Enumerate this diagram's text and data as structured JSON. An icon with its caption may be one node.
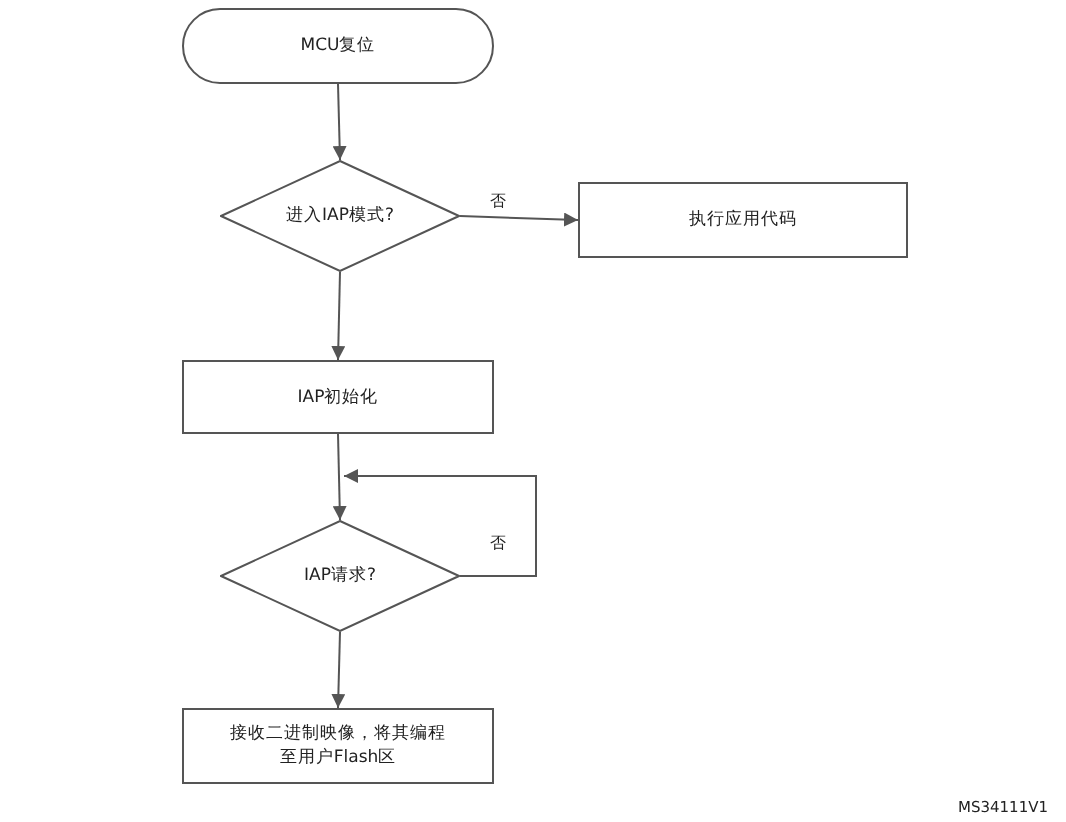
{
  "diagram": {
    "nodes": [
      {
        "text": [
          "MCU复位"
        ]
      },
      {
        "text": [
          "进入IAP模式?"
        ]
      },
      {
        "text": [
          "执行应用代码"
        ]
      },
      {
        "text": [
          "IAP初始化"
        ]
      },
      {
        "text": [
          "IAP请求?"
        ]
      },
      {
        "text": [
          "接收二进制映像，将其编程至用户Flash区"
        ]
      }
    ],
    "edges": [
      {
        "from": 0,
        "to": 1,
        "arrow": "to"
      },
      {
        "from": 1,
        "to": 2,
        "arrow": "to",
        "label": "否"
      },
      {
        "from": 1,
        "to": 3,
        "arrow": "to"
      },
      {
        "from": 3,
        "to": 4,
        "arrow": "to"
      },
      {
        "from": 4,
        "to": 4,
        "arrow": "to",
        "label": "否"
      },
      {
        "from": 4,
        "to": 5,
        "arrow": "to"
      }
    ],
    "labels": [
      "MS34111V1"
    ]
  }
}
